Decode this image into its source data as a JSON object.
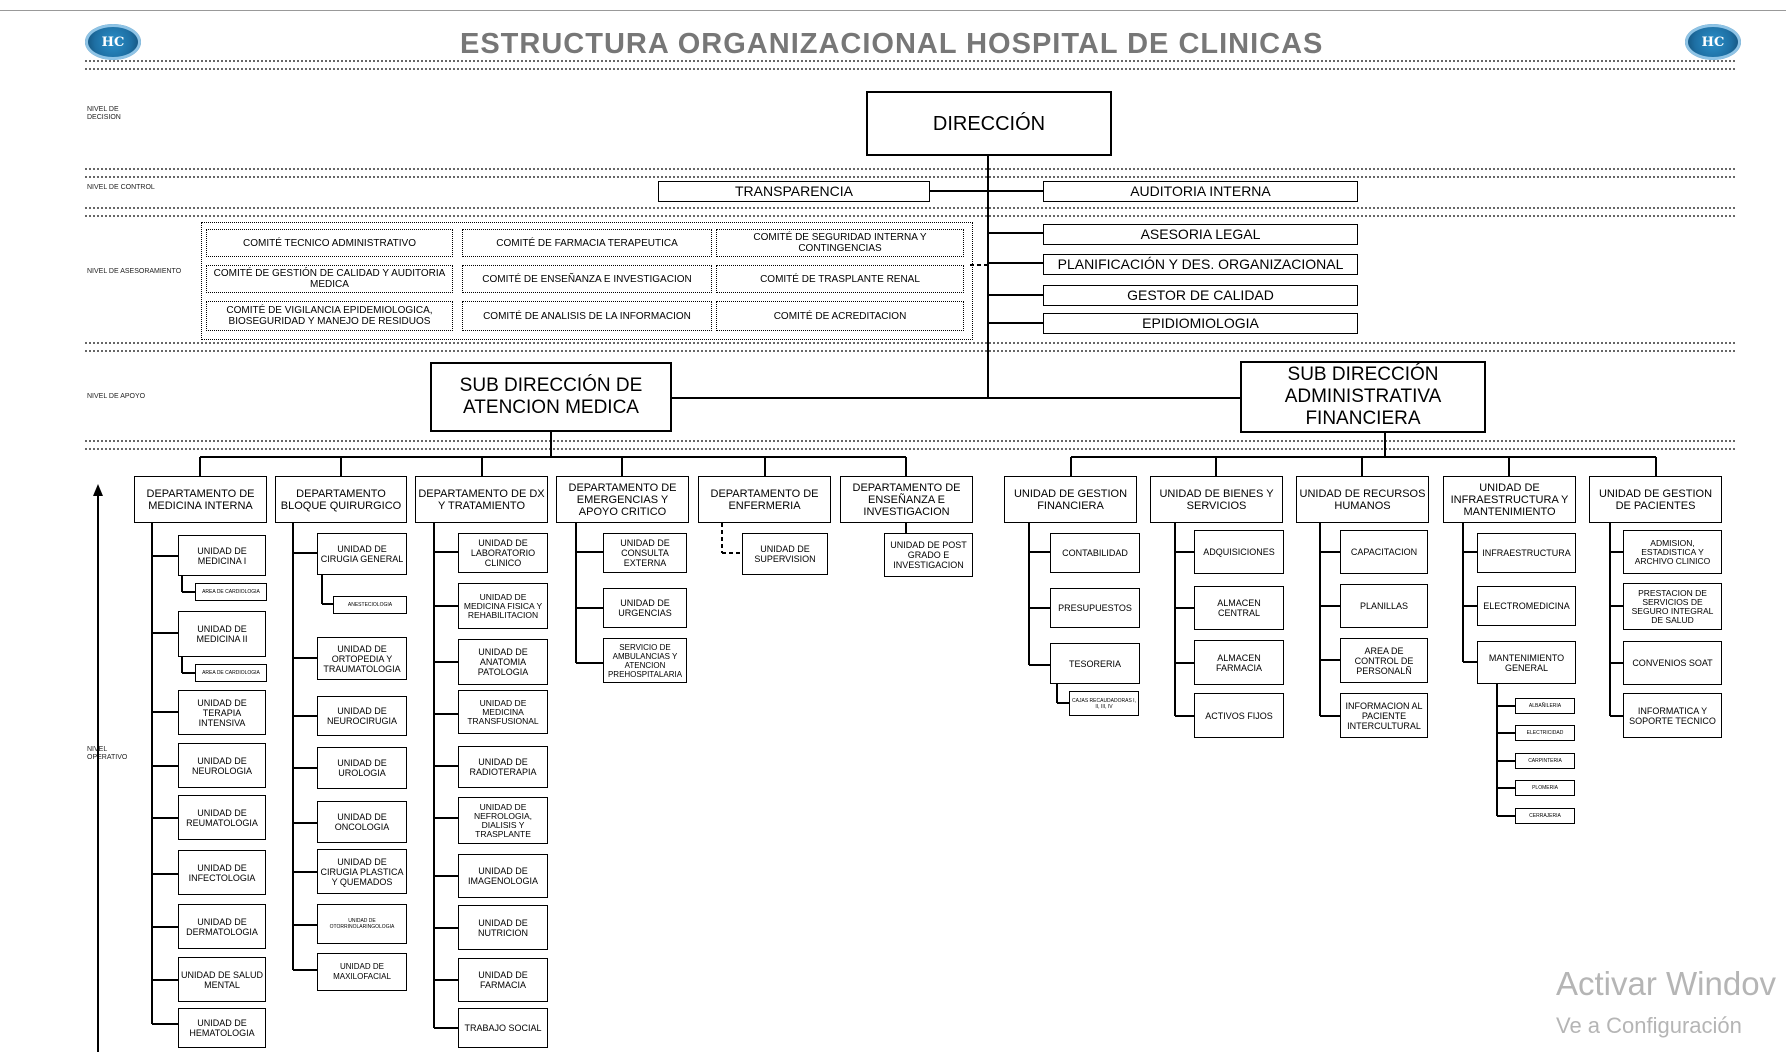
{
  "title": "ESTRUCTURA ORGANIZACIONAL HOSPITAL DE CLINICAS",
  "logo_text": "HC",
  "levels": {
    "decision": "NIVEL DE DECISION",
    "control": "NIVEL DE CONTROL",
    "asesoramiento": "NIVEL DE ASESORAMIENTO",
    "apoyo": "NIVEL DE APOYO",
    "operativo": "NIVEL OPERATIVO"
  },
  "direccion": "DIRECCIÓN",
  "transparencia": "TRANSPARENCIA",
  "auditoria": "AUDITORIA INTERNA",
  "asesoria": [
    "ASESORIA LEGAL",
    "PLANIFICACIÓN Y DES. ORGANIZACIONAL",
    "GESTOR DE CALIDAD",
    "EPIDIOMIOLOGIA"
  ],
  "comites": [
    "COMITÉ TECNICO ADMINISTRATIVO",
    "COMITÉ DE FARMACIA TERAPEUTICA",
    "COMITÉ DE SEGURIDAD INTERNA Y CONTINGENCIAS",
    "COMITÉ DE GESTIÓN DE CALIDAD Y AUDITORIA MEDICA",
    "COMITÉ DE ENSEÑANZA E INVESTIGACION",
    "COMITÉ DE TRASPLANTE RENAL",
    "COMITÉ DE VIGILANCIA EPIDEMIOLOGICA, BIOSEGURIDAD Y MANEJO DE RESIDUOS",
    "COMITÉ DE ANALISIS DE LA INFORMACION",
    "COMITÉ DE ACREDITACION"
  ],
  "subdir_medica": "SUB DIRECCIÓN DE ATENCION MEDICA",
  "subdir_admin": "SUB DIRECCIÓN ADMINISTRATIVA FINANCIERA",
  "departments": [
    {
      "name": "DEPARTAMENTO DE MEDICINA INTERNA",
      "units": [
        "UNIDAD DE MEDICINA I",
        "AREA DE CARDIOLOGIA",
        "UNIDAD DE MEDICINA II",
        "AREA DE CARDIOLOGIA",
        "UNIDAD DE TERAPIA INTENSIVA",
        "UNIDAD DE NEUROLOGIA",
        "UNIDAD DE REUMATOLOGIA",
        "UNIDAD DE INFECTOLOGIA",
        "UNIDAD DE DERMATOLOGIA",
        "UNIDAD DE SALUD MENTAL",
        "UNIDAD DE HEMATOLOGIA"
      ]
    },
    {
      "name": "DEPARTAMENTO BLOQUE QUIRURGICO",
      "units": [
        "UNIDAD DE CIRUGIA GENERAL",
        "ANESTECIOLOGIA",
        "UNIDAD DE ORTOPEDIA Y TRAUMATOLOGIA",
        "UNIDAD DE NEUROCIRUGIA",
        "UNIDAD DE UROLOGIA",
        "UNIDAD DE ONCOLOGIA",
        "UNIDAD DE CIRUGIA PLASTICA Y QUEMADOS",
        "UNIDAD DE OTORRINOLARINGOLOGIA",
        "UNIDAD DE MAXILOFACIAL"
      ]
    },
    {
      "name": "DEPARTAMENTO DE DX Y TRATAMIENTO",
      "units": [
        "UNIDAD DE LABORATORIO CLINICO",
        "UNIDAD DE MEDICINA FISICA Y REHABILITACION",
        "UNIDAD DE ANATOMIA PATOLOGIA",
        "UNIDAD DE MEDICINA TRANSFUSIONAL",
        "UNIDAD DE RADIOTERAPIA",
        "UNIDAD DE NEFROLOGIA, DIALISIS Y TRASPLANTE",
        "UNIDAD DE IMAGENOLOGIA",
        "UNIDAD DE NUTRICION",
        "UNIDAD DE FARMACIA",
        "TRABAJO SOCIAL"
      ]
    },
    {
      "name": "DEPARTAMENTO DE EMERGENCIAS Y APOYO CRITICO",
      "units": [
        "UNIDAD DE CONSULTA EXTERNA",
        "UNIDAD DE URGENCIAS",
        "SERVICIO DE AMBULANCIAS Y ATENCION PREHOSPITALARIA"
      ]
    },
    {
      "name": "DEPARTAMENTO DE ENFERMERIA",
      "units": [
        "UNIDAD DE SUPERVISION"
      ]
    },
    {
      "name": "DEPARTAMENTO DE ENSEÑANZA E INVESTIGACION",
      "units": [
        "UNIDAD DE POST GRADO E INVESTIGACION"
      ]
    }
  ],
  "admin_units": [
    {
      "name": "UNIDAD DE GESTION FINANCIERA",
      "units": [
        "CONTABILIDAD",
        "PRESUPUESTOS",
        "TESORERIA",
        "CAJAS RECAUDADORAS I, II, III, IV"
      ]
    },
    {
      "name": "UNIDAD DE BIENES Y SERVICIOS",
      "units": [
        "ADQUISICIONES",
        "ALMACEN CENTRAL",
        "ALMACEN FARMACIA",
        "ACTIVOS FIJOS"
      ]
    },
    {
      "name": "UNIDAD DE RECURSOS HUMANOS",
      "units": [
        "CAPACITACION",
        "PLANILLAS",
        "AREA DE CONTROL DE PERSONALÑ",
        "INFORMACION AL PACIENTE INTERCULTURAL"
      ]
    },
    {
      "name": "UNIDAD DE INFRAESTRUCTURA Y MANTENIMIENTO",
      "units": [
        "INFRAESTRUCTURA",
        "ELECTROMEDICINA",
        "MANTENIMIENTO GENERAL",
        "ALBAÑILERIA",
        "ELECTRICIDAD",
        "CARPINTERIA",
        "PLOMERIA",
        "CERRAJERIA"
      ]
    },
    {
      "name": "UNIDAD DE GESTION DE PACIENTES",
      "units": [
        "ADMISION, ESTADISTICA Y ARCHIVO CLINICO",
        "PRESTACION DE SERVICIOS DE SEGURO INTEGRAL DE SALUD",
        "CONVENIOS SOAT",
        "INFORMATICA Y SOPORTE TECNICO"
      ]
    }
  ],
  "watermark": {
    "line1": "Activar Windov",
    "line2": "Ve a Configuración"
  }
}
